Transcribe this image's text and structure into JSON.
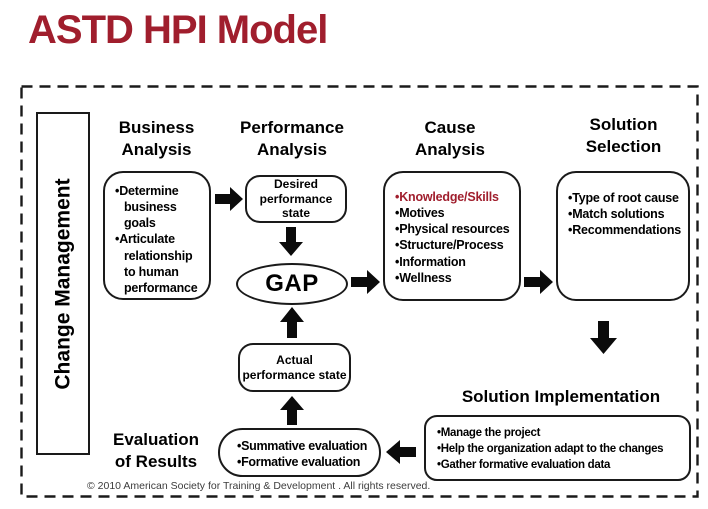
{
  "title": "ASTD HPI Model",
  "colors": {
    "brand_red": "#A01E2D",
    "line_black": "#1a1a1a"
  },
  "change_management": {
    "label": "Change Management"
  },
  "business": {
    "heading": "Business\nAnalysis",
    "bullets": [
      "Determine business goals",
      "Articulate relationship to human performance"
    ]
  },
  "performance": {
    "heading": "Performance\nAnalysis",
    "desired_state": "Desired performance state",
    "gap_label": "GAP",
    "actual_state": "Actual performance state"
  },
  "cause": {
    "heading": "Cause\nAnalysis",
    "bullets": [
      {
        "text": "Knowledge/Skills",
        "color": "#A01E2D"
      },
      "Motives",
      "Physical resources",
      "Structure/Process",
      "Information",
      "Wellness"
    ]
  },
  "solution_selection": {
    "heading": "Solution\nSelection",
    "bullets": [
      "Type of root cause",
      "Match solutions",
      "Recommendations"
    ]
  },
  "solution_implementation": {
    "heading": "Solution Implementation",
    "bullets": [
      "Manage the project",
      "Help the organization adapt to the changes",
      "Gather formative evaluation data"
    ]
  },
  "evaluation": {
    "heading": "Evaluation\nof Results",
    "bullets": [
      "Summative evaluation",
      "Formative evaluation"
    ]
  },
  "footer": {
    "copyright": "© 2010 American Society for Training & Development .  All rights reserved."
  }
}
